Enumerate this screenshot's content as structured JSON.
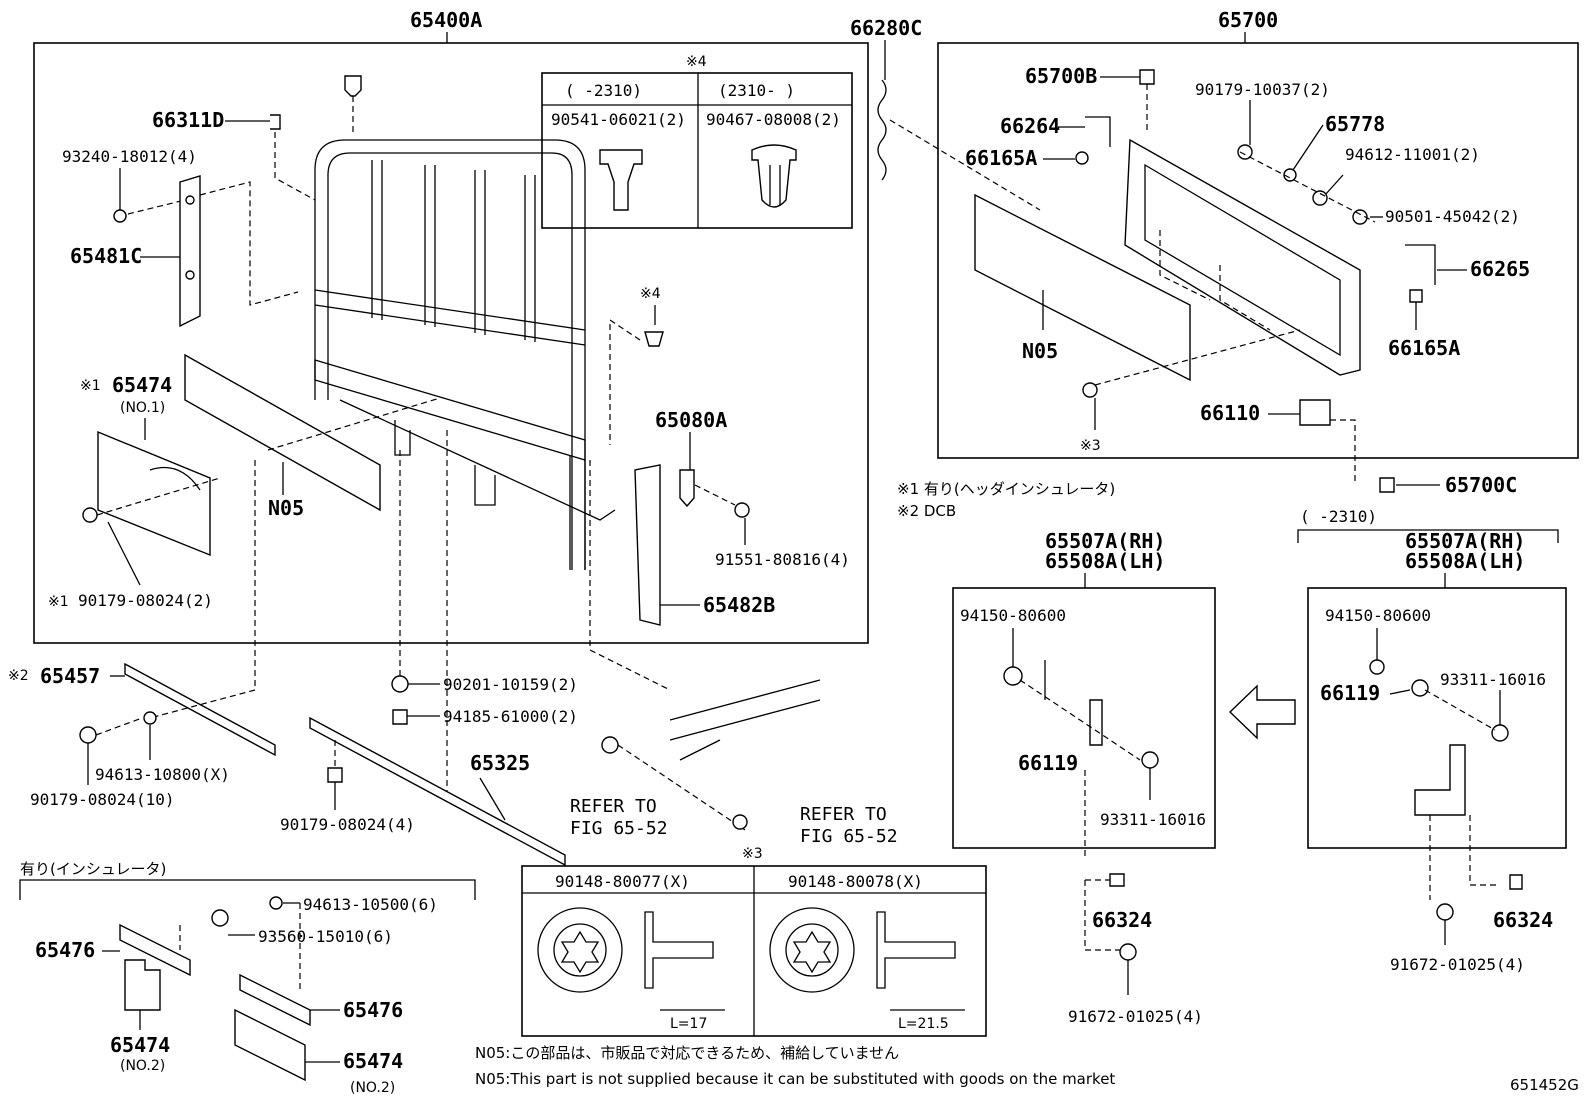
{
  "labels": {
    "l65400A": "65400A",
    "l66280C": "66280C",
    "l65700": "65700",
    "l65700B": "65700B",
    "l90179_10037": "90179-10037(2)",
    "l66264": "66264",
    "l65778": "65778",
    "l94612": "94612-11001(2)",
    "l66165A_1": "66165A",
    "l90501": "90501-45042(2)",
    "l66265": "66265",
    "l66165A_2": "66165A",
    "lN05_right": "N05",
    "lx3_right": "※3",
    "l66110": "66110",
    "l65700C": "65700C",
    "l66311D": "66311D",
    "l93240": "93240-18012(4)",
    "l65481C": "65481C",
    "l65474_1": "65474",
    "lx1_65474": "※1",
    "lNO1": "(NO.1)",
    "lN05_left": "N05",
    "l90179_08024_2": "90179-08024(2)",
    "lx1_90179": "※1",
    "lx4_small": "※4",
    "l65080A": "65080A",
    "l91551": "91551-80816(4)",
    "l65482B": "65482B",
    "lx2_65457": "※2",
    "l65457": "65457",
    "l94613_10800": "94613-10800(X)",
    "l90179_08024_10": "90179-08024(10)",
    "l90201": "90201-10159(2)",
    "l94185": "94185-61000(2)",
    "l65325": "65325",
    "l90179_08024_4": "90179-08024(4)",
    "lrefer1a": "REFER TO",
    "lrefer1b": "FIG 65-52",
    "lrefer2a": "REFER TO",
    "lrefer2b": "FIG 65-52",
    "lx3_table": "※3",
    "linsul_head": "有り(インシュレータ)",
    "l94613_10500": "94613-10500(6)",
    "l93560": "93560-15010(6)",
    "l65476_1": "65476",
    "l65476_2": "65476",
    "l65474_2": "65474",
    "lNO2a": "(NO.2)",
    "l65474_3": "65474",
    "lNO2b": "(NO.2)",
    "lnote1": "※1 有り(ヘッダインシュレータ)",
    "lnote2": "※2 DCB",
    "l65507A_rh_1": "65507A(RH)",
    "l65508A_lh_1": "65508A(LH)",
    "lrange_2310": "(      -2310)",
    "l65507A_rh_2": "65507A(RH)",
    "l65508A_lh_2": "65508A(LH)",
    "l94150_1": "94150-80600",
    "l66119_1": "66119",
    "l93311_1": "93311-16016",
    "l66324_1": "66324",
    "l91672_1": "91672-01025(4)",
    "l94150_2": "94150-80600",
    "l66119_2": "66119",
    "l93311_2": "93311-16016",
    "l66324_2": "66324",
    "l91672_2": "91672-01025(4)",
    "lnoteN05_jp": "N05:この部品は、市販品で対応できるため、補給していません",
    "lnoteN05_en": "N05:This part is not supplied because it can be substituted with goods on the market",
    "lfigid": "651452G"
  },
  "clip_table": {
    "marker": "※4",
    "col1_range": "(    -2310)",
    "col2_range": "(2310-     )",
    "col1_part": "90541-06021(2)",
    "col2_part": "90467-08008(2)"
  },
  "screw_table": {
    "col1_part": "90148-80077(X)",
    "col2_part": "90148-80078(X)",
    "col1_len": "L=17",
    "col2_len": "L=21.5"
  }
}
